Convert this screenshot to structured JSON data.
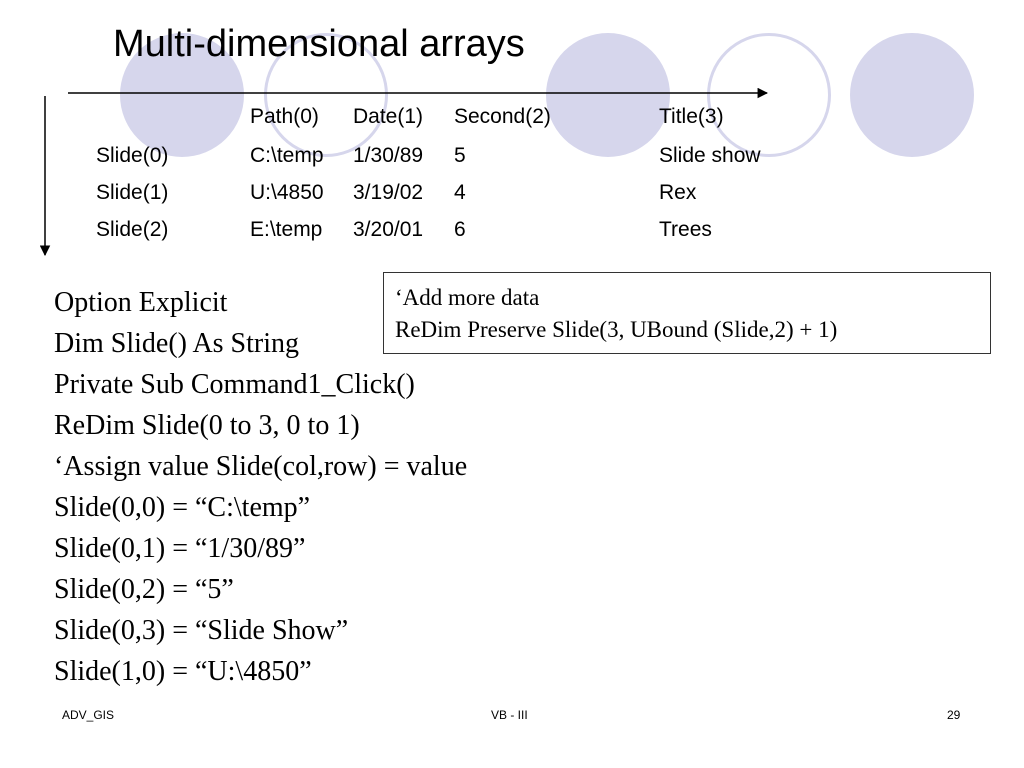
{
  "title": "Multi-dimensional arrays",
  "theme": {
    "circle_color": "#d6d6ec",
    "text_color": "#000000"
  },
  "table": {
    "headers": [
      "Path(0)",
      "Date(1)",
      "Second(2)",
      "Title(3)"
    ],
    "rows": [
      {
        "label": "Slide(0)",
        "cells": [
          "C:\\temp",
          "1/30/89",
          "5",
          "Slide show"
        ]
      },
      {
        "label": "Slide(1)",
        "cells": [
          "U:\\4850",
          "3/19/02",
          "4",
          "Rex"
        ]
      },
      {
        "label": "Slide(2)",
        "cells": [
          "E:\\temp",
          "3/20/01",
          "6",
          "Trees"
        ]
      }
    ]
  },
  "code_lines": [
    "Option Explicit",
    "Dim Slide() As String",
    "Private Sub Command1_Click()",
    "ReDim Slide(0 to 3, 0 to 1)",
    "‘Assign value Slide(col,row) = value",
    "Slide(0,0) = “C:\\temp”",
    "Slide(0,1) = “1/30/89”",
    "Slide(0,2) = “5”",
    "Slide(0,3) = “Slide Show”",
    "Slide(1,0) = “U:\\4850”"
  ],
  "note_box": {
    "lines": [
      "‘Add more data",
      "ReDim Preserve Slide(3, UBound (Slide,2) + 1)"
    ]
  },
  "footer": {
    "left": "ADV_GIS",
    "center": "VB - III",
    "page_number": "29"
  }
}
